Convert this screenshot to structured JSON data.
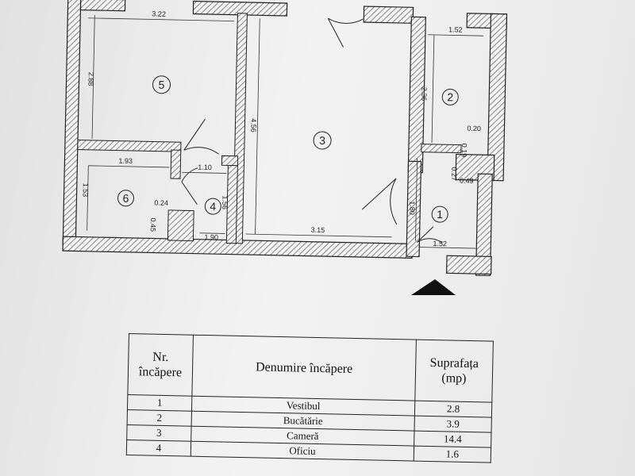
{
  "plan": {
    "dimensions": {
      "room5_width": "3.22",
      "room5_height": "2.88",
      "room3_height": "4.56",
      "room2_width": "1.52",
      "room2_height": "2.36",
      "d_020": "0.20",
      "d_019": "0.19",
      "d_027": "0.27",
      "d_049": "0.49",
      "room1_height": "1.80",
      "room1_width": "1.52",
      "room3_width": "3.15",
      "room6_width": "1.93",
      "room4_width_top": "1.10",
      "room4_height": "1.56",
      "room6_height": "1.53",
      "d_024": "0.24",
      "d_045": "0.45",
      "room4_width_bottom": "1.90"
    },
    "rooms": [
      {
        "id": "room-1",
        "number": "1"
      },
      {
        "id": "room-2",
        "number": "2"
      },
      {
        "id": "room-3",
        "number": "3"
      },
      {
        "id": "room-4",
        "number": "4"
      },
      {
        "id": "room-5",
        "number": "5"
      },
      {
        "id": "room-6",
        "number": "6"
      }
    ]
  },
  "legend": {
    "headers": {
      "nr": "Nr. încăpere",
      "name": "Denumire încăpere",
      "area": "Suprafața (mp)"
    },
    "rows": [
      {
        "nr": "1",
        "name": "Vestibul",
        "area": "2.8"
      },
      {
        "nr": "2",
        "name": "Bucătărie",
        "area": "3.9"
      },
      {
        "nr": "3",
        "name": "Cameră",
        "area": "14.4"
      },
      {
        "nr": "4",
        "name": "Oficiu",
        "area": "1.6"
      }
    ]
  }
}
